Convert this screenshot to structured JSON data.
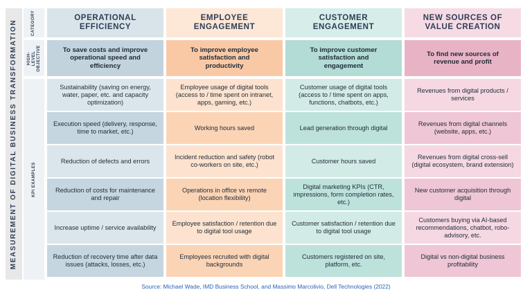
{
  "sidebar_title": "MEASUREMENT OF DIGITAL BUSINESS TRANSFORMATION",
  "row_labels": {
    "category": "CATEGORY",
    "objective": "HIGH-LEVEL OBJECTIVE",
    "kpi": "KPI EXAMPLES"
  },
  "columns": [
    {
      "header": "OPERATIONAL EFFICIENCY",
      "objective": "To save costs and improve operational speed and efficiency",
      "kpis": [
        "Sustainability (saving on energy, water, paper, etc. and capacity optimization)",
        "Execution speed (delivery, response, time to market, etc.)",
        "Reduction of defects and errors",
        "Reduction of costs for maintenance and repair",
        "Increase uptime / service availability",
        "Reduction of recovery time after data issues (attacks, losses, etc.)"
      ]
    },
    {
      "header": "EMPLOYEE ENGAGEMENT",
      "objective": "To improve employee satisfaction and productivity",
      "kpis": [
        "Employee usage of digital tools (access to / time spent on intranet, apps, gaming, etc.)",
        "Working hours saved",
        "Incident reduction and safety (robot co-workers on site, etc.)",
        "Operations in office vs remote (location flexibility)",
        "Employee satisfaction / retention due to digital tool usage",
        "Employees recruited with digital backgrounds"
      ]
    },
    {
      "header": "CUSTOMER ENGAGEMENT",
      "objective": "To improve customer satisfaction and engagement",
      "kpis": [
        "Customer usage of digital tools (access to / time spent on apps, functions, chatbots, etc.)",
        "Lead generation through digital",
        "Customer hours saved",
        "Digital marketing KPIs (CTR, impressions, form completion rates, etc.)",
        "Customer satisfaction / retention due to digital tool usage",
        "Customers registered on site, platform, etc."
      ]
    },
    {
      "header": "NEW SOURCES OF VALUE CREATION",
      "objective": "To find new sources of revenue and profit",
      "kpis": [
        "Revenues from digital products / services",
        "Revenues from digital channels (website, apps, etc.)",
        "Revenues from digital cross-sell (digital ecosystem, brand extension)",
        "New customer acquisition through digital",
        "Customers buying via AI-based recommendations, chatbot, robo-advisory, etc.",
        "Digital vs non-digital business profitability"
      ]
    }
  ],
  "source": "Source: Michael Wade, IMD Business School, and Massimo Marcolivio, Dell Technologies (2022)",
  "colors": {
    "sidebar_bg": "#e8e8e8",
    "label_bg": "#eef2f5",
    "text_dark": "#2c3e56",
    "source_link": "#2a62b5",
    "col_ops_header": "#d9e4ea",
    "col_ops_objective": "#c2d3dd",
    "col_ops_kpi_a": "#dbe6ec",
    "col_ops_kpi_b": "#c6d6e0",
    "col_emp_header": "#fde7d6",
    "col_emp_objective": "#f9c9a6",
    "col_emp_kpi_a": "#fde3cf",
    "col_emp_kpi_b": "#fbd4b6",
    "col_cust_header": "#d6ede9",
    "col_cust_objective": "#b2dcd5",
    "col_cust_kpi_a": "#d3ebe7",
    "col_cust_kpi_b": "#bde2dc",
    "col_val_header": "#f6dbe4",
    "col_val_objective": "#e9b3c6",
    "col_val_kpi_a": "#f5d8e2",
    "col_val_kpi_b": "#efc6d5"
  }
}
